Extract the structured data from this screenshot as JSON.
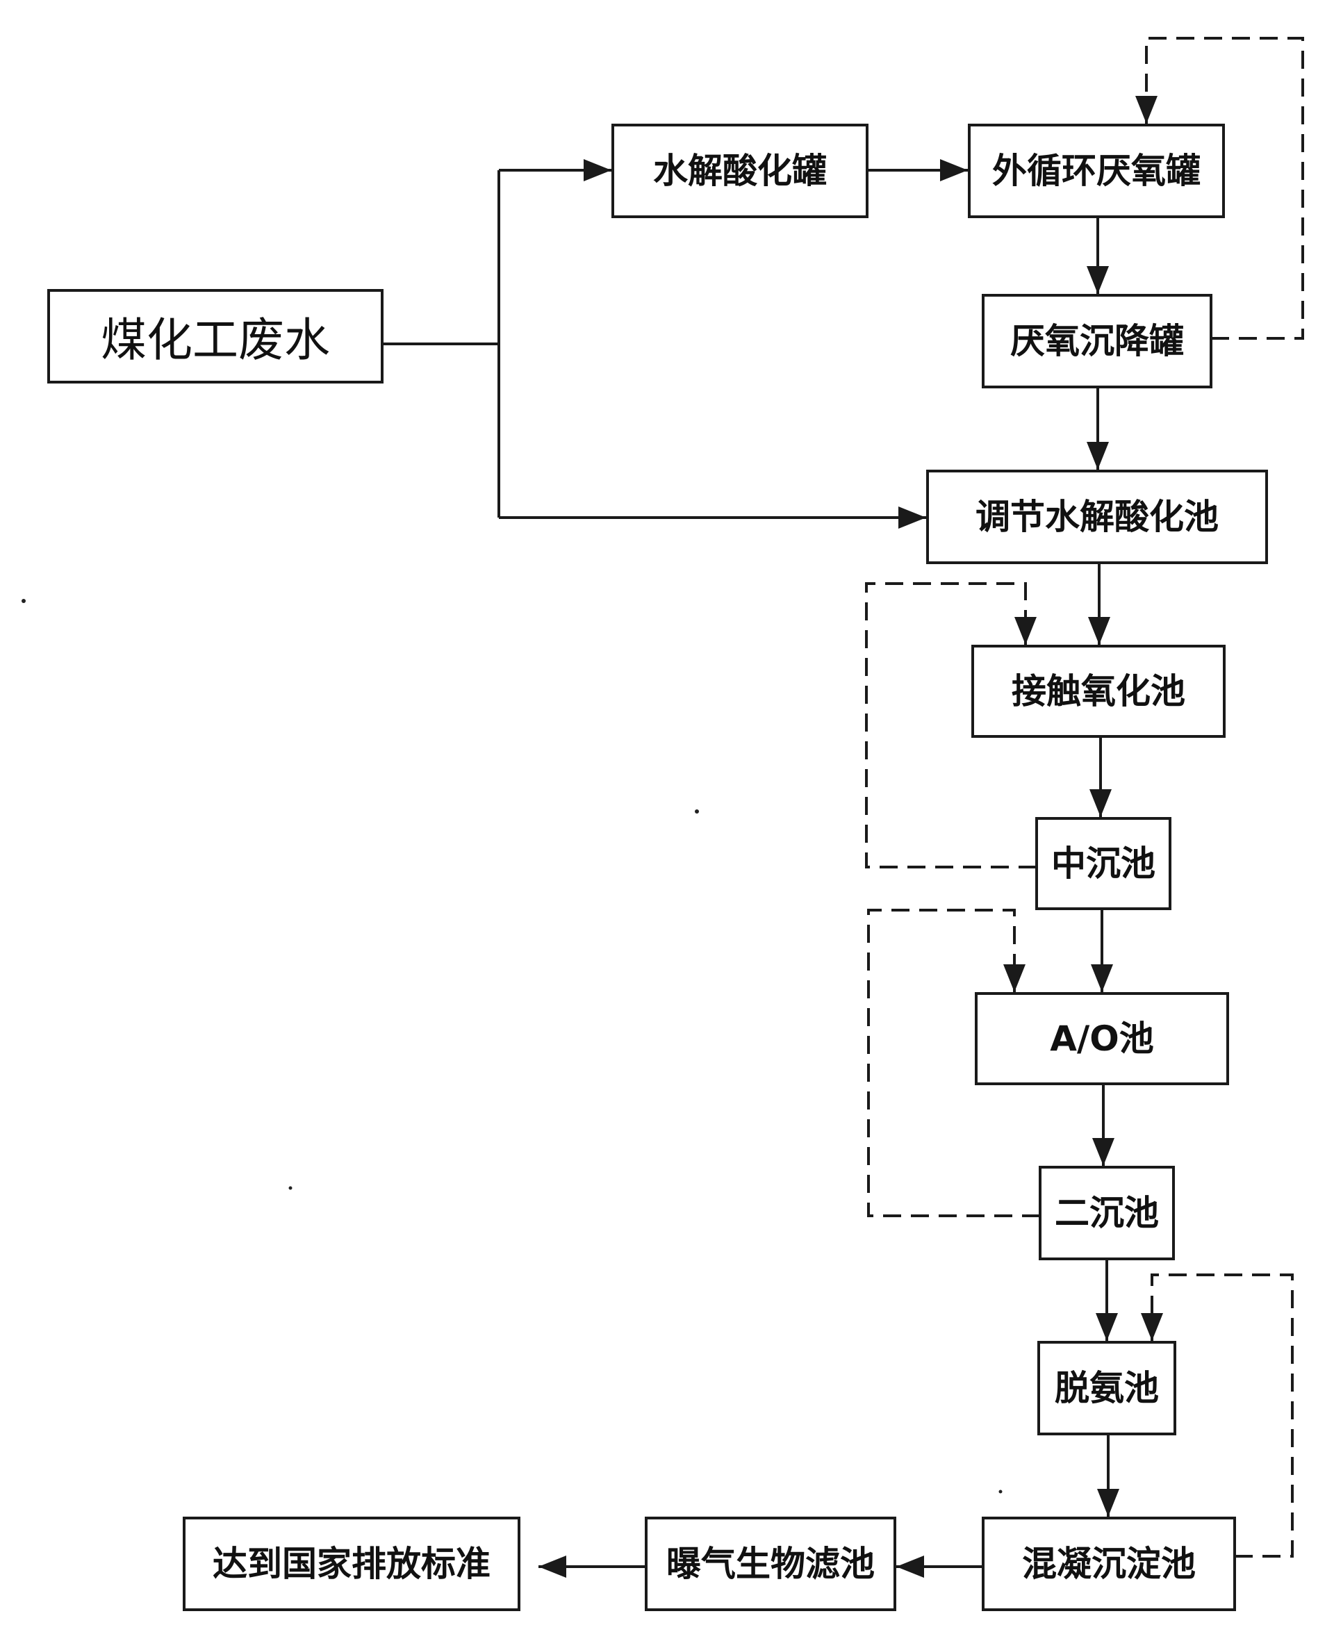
{
  "nodes": {
    "coal_wastewater": "煤化工废水",
    "hydrolysis_tank": "水解酸化罐",
    "external_circulation_anaerobic_tank": "外循环厌氧罐",
    "anaerobic_settling_tank": "厌氧沉降罐",
    "regulating_hydrolysis_pool": "调节水解酸化池",
    "contact_oxidation_pool": "接触氧化池",
    "intermediate_settling_pool": "中沉池",
    "ao_pool": "A/O池",
    "secondary_settling_pool": "二沉池",
    "denitrification_pool": "脱氨池",
    "coagulation_sedimentation_pool": "混凝沉淀池",
    "aerated_biofilter": "曝气生物滤池",
    "discharge_standard": "达到国家排放标准"
  },
  "colors": {
    "line": "#1a1a1a",
    "background": "#ffffff"
  }
}
